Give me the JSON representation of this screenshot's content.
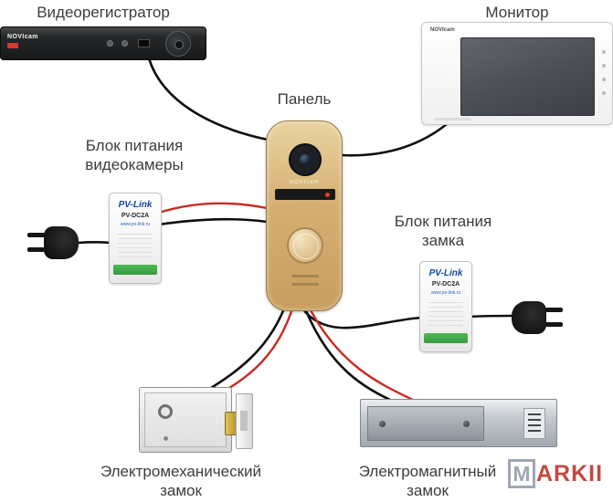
{
  "labels": {
    "dvr": "Видеорегистратор",
    "monitor": "Монитор",
    "panel": "Панель",
    "psu_camera": {
      "line1": "Блок питания",
      "line2": "видеокамеры"
    },
    "psu_lock": {
      "line1": "Блок питания",
      "line2": "замка"
    },
    "lock_mech": {
      "line1": "Электромеханический",
      "line2": "замок"
    },
    "lock_mag": {
      "line1": "Электромагнитный",
      "line2": "замок"
    }
  },
  "devices": {
    "dvr": {
      "brand": "NOVIcam"
    },
    "monitor": {
      "brand": "NOVIcam"
    },
    "panel": {
      "brand": "NOVIcam"
    },
    "psu": {
      "brand": "PV-Link",
      "model": "PV-DC2A",
      "site": "www.pv-link.ru"
    }
  },
  "watermark": {
    "letter": "M",
    "rest": "ARKII"
  },
  "colors": {
    "wire_black": "#0f0f0f",
    "wire_red": "#c92a21",
    "panel_gold": "#d4af72",
    "psu_green": "#3fae49",
    "label_text": "#3c3c3c"
  }
}
